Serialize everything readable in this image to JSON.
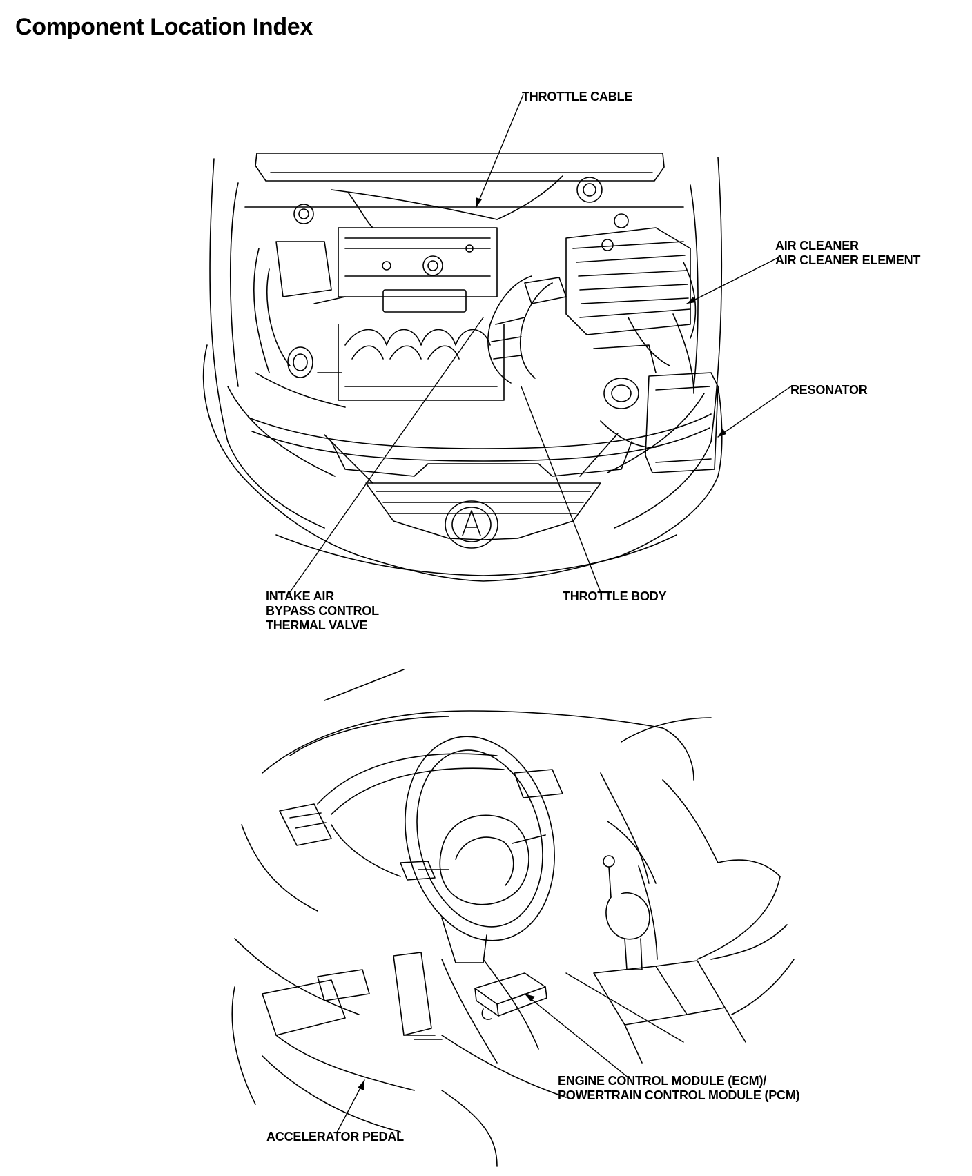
{
  "page": {
    "title": "Component Location Index"
  },
  "callouts": {
    "throttle_cable": "THROTTLE CABLE",
    "air_cleaner": [
      "AIR CLEANER",
      "AIR CLEANER ELEMENT"
    ],
    "resonator": "RESONATOR",
    "intake_air_valve": [
      "INTAKE AIR",
      "BYPASS CONTROL",
      "THERMAL VALVE"
    ],
    "throttle_body": "THROTTLE BODY",
    "ecm_pcm": [
      "ENGINE CONTROL MODULE (ECM)/",
      "POWERTRAIN CONTROL MODULE (PCM)"
    ],
    "accelerator_pedal": "ACCELERATOR PEDAL"
  },
  "colors": {
    "ink": "#000000",
    "paper": "#ffffff"
  }
}
